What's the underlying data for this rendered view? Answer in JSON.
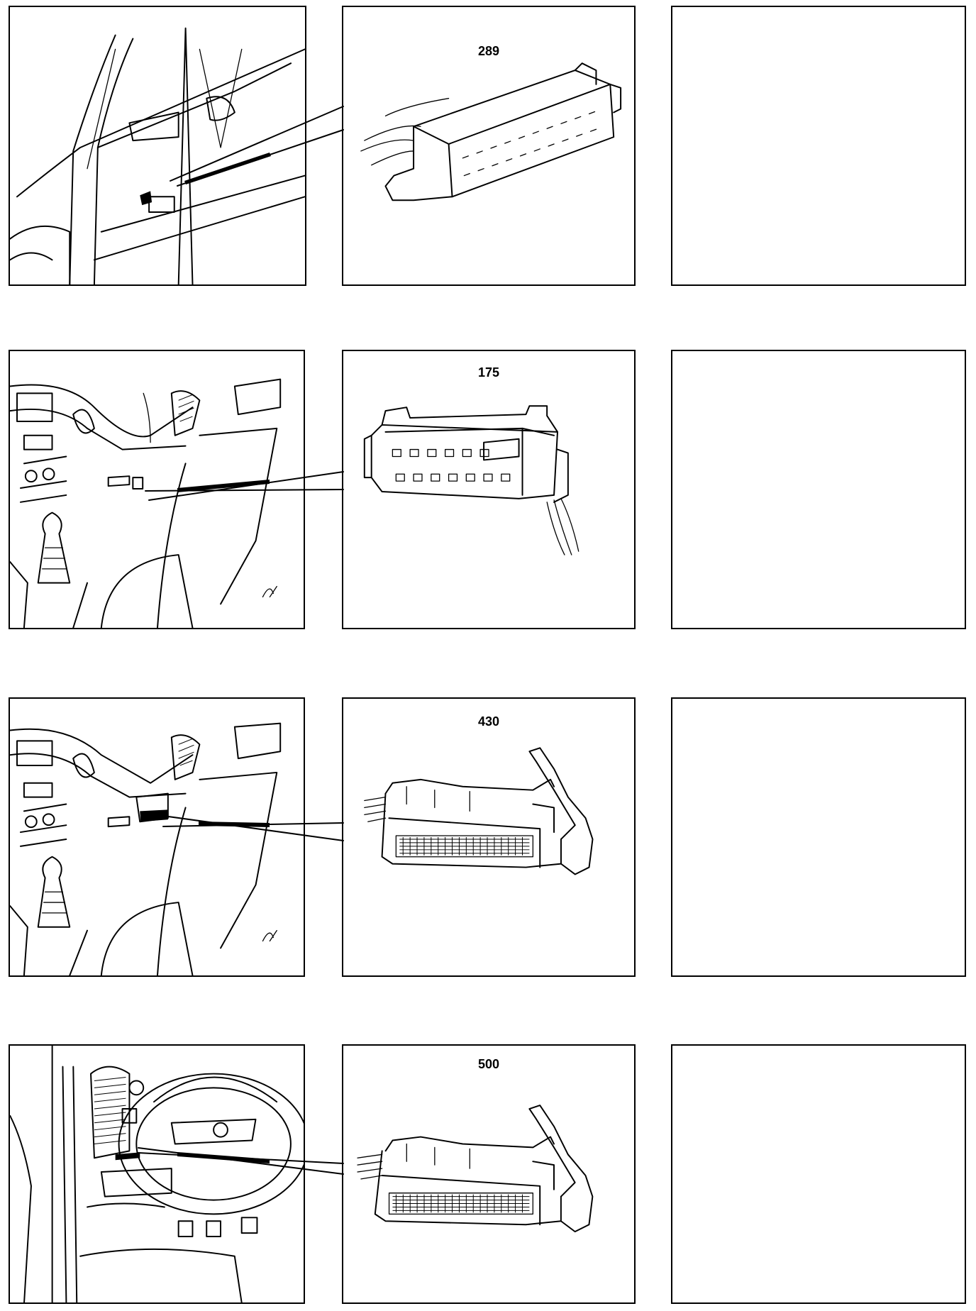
{
  "rows": [
    {
      "connector_number": "289"
    },
    {
      "connector_number": "175"
    },
    {
      "connector_number": "430"
    },
    {
      "connector_number": "500"
    }
  ],
  "colors": {
    "line": "#000000",
    "background": "#ffffff"
  }
}
